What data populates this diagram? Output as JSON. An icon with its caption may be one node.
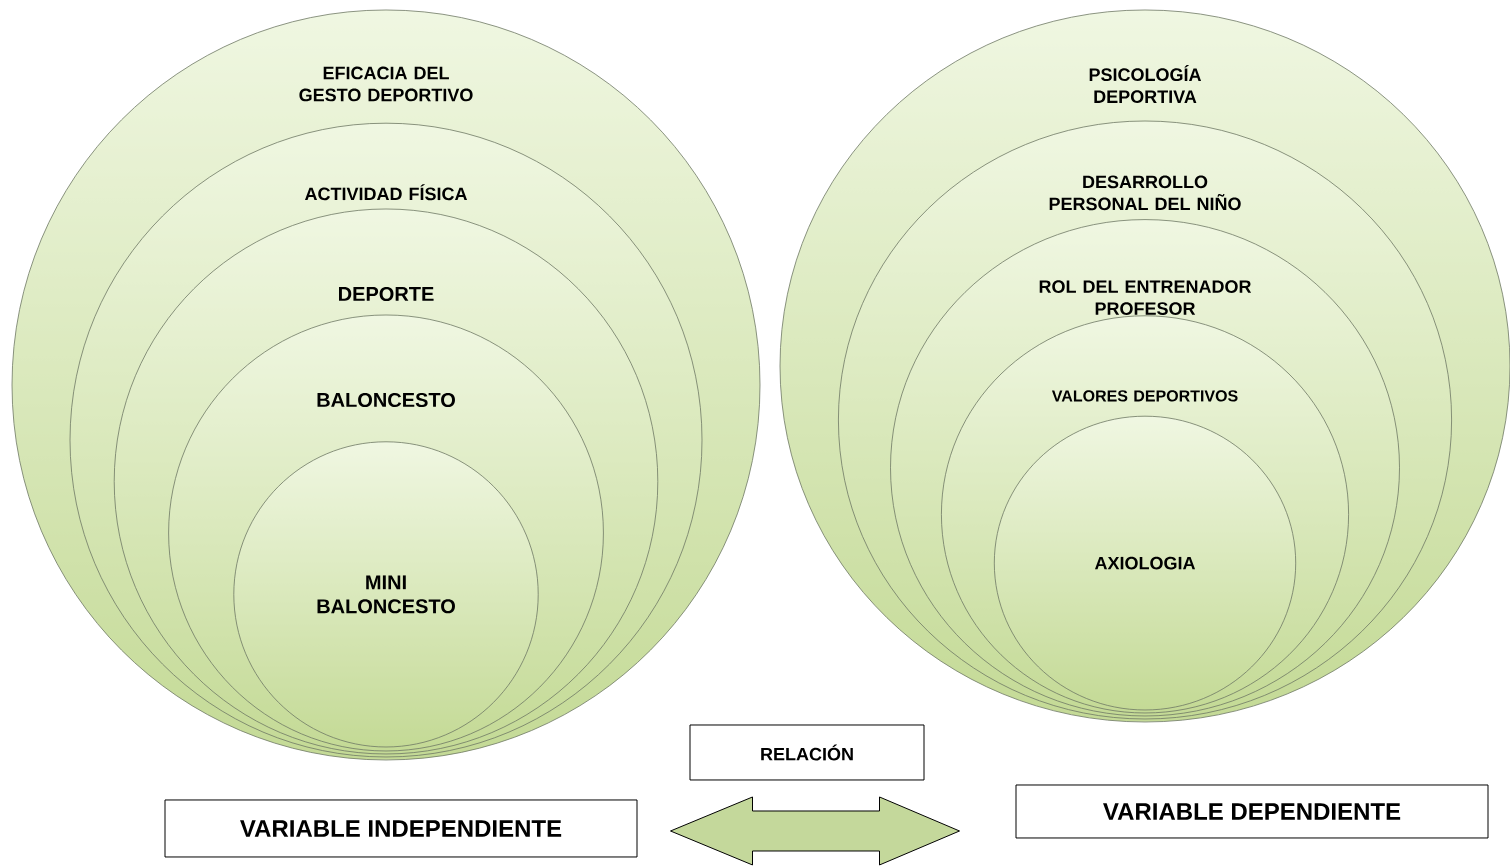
{
  "diagram": {
    "nodes": [
      {
        "text": [
          "EFICACIA DEL GESTO DEPORTIVO"
        ]
      },
      {
        "text": [
          "ACTIVIDAD FÍSICA"
        ],
        "in": 0
      },
      {
        "text": [
          "DEPORTE"
        ],
        "in": 1
      },
      {
        "text": [
          "BALONCESTO"
        ],
        "in": 2
      },
      {
        "text": [
          "MINI BALONCESTO"
        ],
        "in": 3
      },
      {
        "text": [
          "PSICOLOGÍA DEPORTIVA"
        ]
      },
      {
        "text": [
          "DESARROLLO PERSONAL DEL NIÑO"
        ],
        "in": 5
      },
      {
        "text": [
          "ROL DEL ENTRENADOR PROFESOR"
        ],
        "in": 6
      },
      {
        "text": [
          "VALORES DEPORTIVOS"
        ],
        "in": 7
      },
      {
        "text": [
          "AXIOLOGIA"
        ],
        "in": 8
      },
      {
        "text": [
          "RELACIÓN"
        ]
      },
      {
        "text": [
          "VARIABLE INDEPENDIENTE"
        ]
      },
      {
        "text": [
          "VARIABLE DEPENDIENTE"
        ]
      }
    ],
    "edges": [
      {
        "from": 11,
        "to": 12,
        "arrow": "both"
      }
    ]
  }
}
